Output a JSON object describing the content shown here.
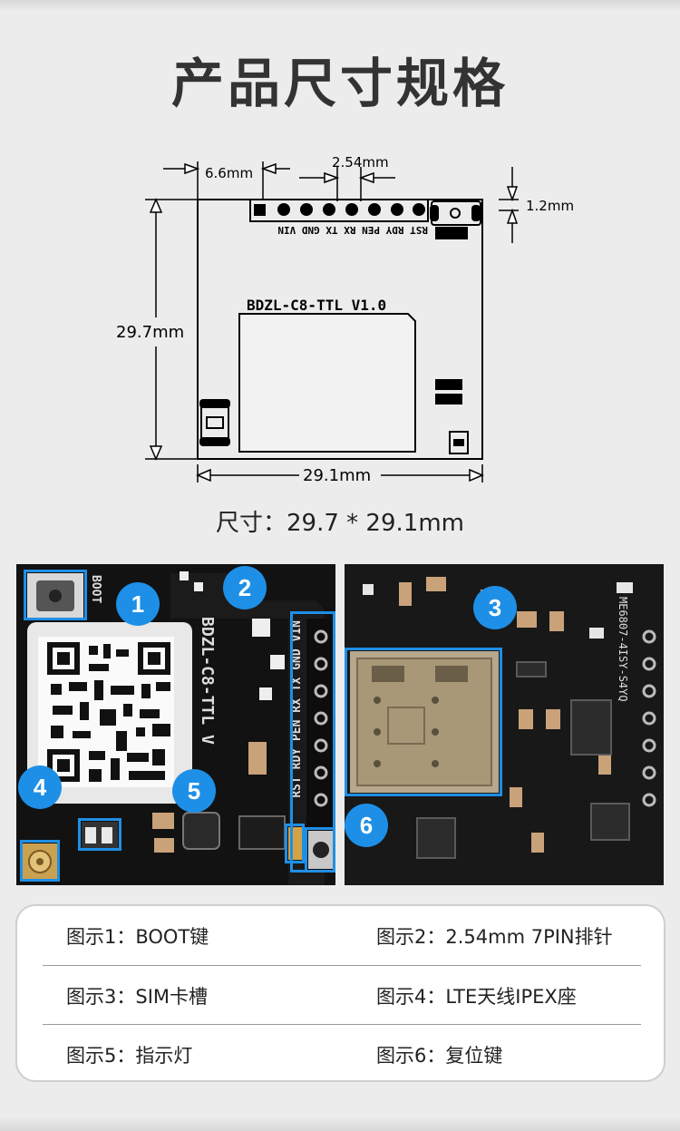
{
  "title": "产品尺寸规格",
  "drawing": {
    "dim_pin_offset": "6.6mm",
    "dim_pitch": "2.54mm",
    "dim_right": "1.2mm",
    "dim_height": "29.7mm",
    "dim_width": "29.1mm",
    "pin_labels": "RST RDY PEN RX  TX  GND VIN",
    "board_label": "BDZL-C8-TTL  V1.0"
  },
  "size_text": "尺寸：29.7 * 29.1mm",
  "photo_left": {
    "boot_silk": "BOOT",
    "board_silk": "BDZL-C8-TTL  V",
    "pin_silk": "RST RDY PEN RX TX GND VIN",
    "callouts": [
      "1",
      "2",
      "4",
      "5",
      "6"
    ]
  },
  "photo_right": {
    "silk": "ME6807-4ISY-S4YQ",
    "callouts": [
      "3"
    ]
  },
  "legend": {
    "items": [
      "图示1：BOOT键",
      "图示2：2.54mm 7PIN排针",
      "图示3：SIM卡槽",
      "图示4：LTE天线IPEX座",
      "图示5：指示灯",
      "图示6：复位键"
    ]
  },
  "colors": {
    "accent": "#1e8fe6",
    "pcb": "#141414",
    "background": "#ececec"
  }
}
